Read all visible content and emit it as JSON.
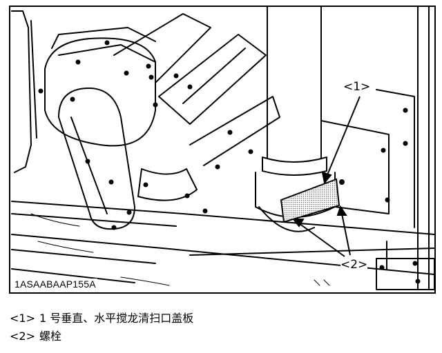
{
  "figure": {
    "figure_id": "1ASAABAAP155A",
    "callouts": [
      {
        "marker": "<1>"
      },
      {
        "marker": "<2>"
      }
    ]
  },
  "legend": [
    {
      "marker": "<1>",
      "text": "1 号垂直、水平搅龙清扫口盖板"
    },
    {
      "marker": "<2>",
      "text": "螺栓"
    }
  ]
}
